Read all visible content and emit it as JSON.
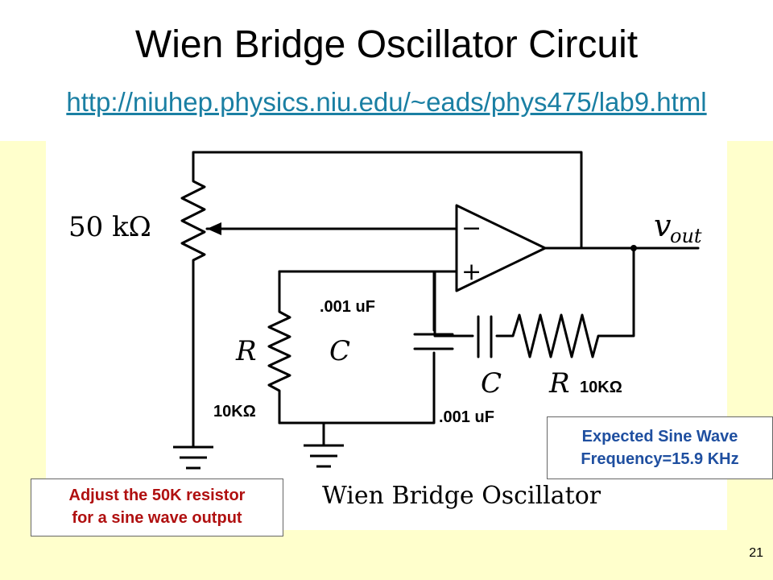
{
  "slide": {
    "title": "Wien Bridge Oscillator Circuit",
    "link": "http://niuhep.physics.niu.edu/~eads/phys475/lab9.html",
    "slide_number": "21"
  },
  "diagram": {
    "pot_label": "50 kΩ",
    "vout_label": "v",
    "vout_sub": "out",
    "minus": "−",
    "plus": "+",
    "R1": "R",
    "C1": "C",
    "C2": "C",
    "R2": "R",
    "caption": "Wien Bridge Oscillator"
  },
  "annotations": {
    "cap_top": ".001 uF",
    "cap_bottom": ".001 uF",
    "res_left": "10KΩ",
    "res_right": "10KΩ"
  },
  "notes": {
    "left_line1": "Adjust the 50K resistor",
    "left_line2": "for a sine wave output",
    "right_line1": "Expected Sine Wave",
    "right_line2": "Frequency=15.9 KHz"
  },
  "colors": {
    "background": "#ffffcc",
    "link": "#1a7fa3",
    "note_left_text": "#b01010",
    "note_right_text": "#1f4fa0"
  }
}
